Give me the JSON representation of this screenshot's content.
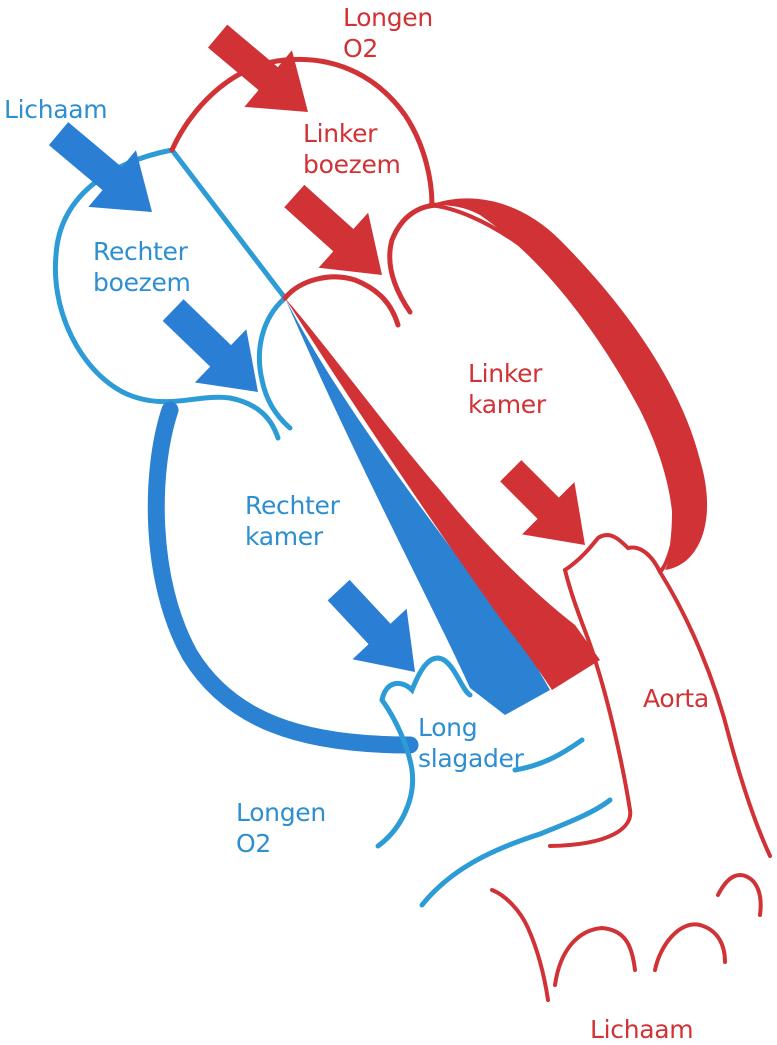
{
  "colors": {
    "oxygenated": "#d03236",
    "deoxygenated": "#2d8fd0",
    "thin_blue": "#2c9bd6",
    "arrow_blue": "#2a7fd4"
  },
  "labels": {
    "longen_top": [
      "Longen",
      "O2"
    ],
    "lichaam_left": [
      "Lichaam"
    ],
    "linker_boezem": [
      "Linker",
      "boezem"
    ],
    "rechter_boezem": [
      "Rechter",
      "boezem"
    ],
    "linker_kamer": [
      "Linker",
      "kamer"
    ],
    "rechter_kamer": [
      "Rechter",
      "kamer"
    ],
    "aorta": [
      "Aorta"
    ],
    "longslagader": [
      "Long",
      "slagader"
    ],
    "longen_bottom": [
      "Longen",
      "O2"
    ],
    "lichaam_bottom": [
      "Lichaam"
    ]
  }
}
